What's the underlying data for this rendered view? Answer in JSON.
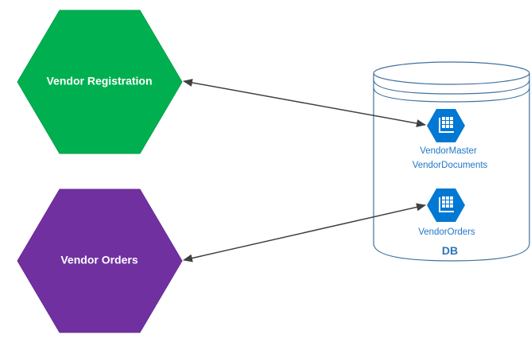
{
  "diagram": {
    "nodes": [
      {
        "id": "vendor-registration",
        "label": "Vendor Registration",
        "color": "#00b050"
      },
      {
        "id": "vendor-orders",
        "label": "Vendor Orders",
        "color": "#7030a0"
      }
    ],
    "database": {
      "label": "DB",
      "outline_color": "#41719c",
      "tables": [
        {
          "id": "table-group-1",
          "lines": [
            "VendorMaster",
            "VendorDocuments"
          ],
          "icon": "table-icon"
        },
        {
          "id": "table-group-2",
          "lines": [
            "VendorOrders"
          ],
          "icon": "table-icon"
        }
      ]
    },
    "edges": [
      {
        "from": "vendor-registration",
        "to": "table-group-1",
        "direction": "both"
      },
      {
        "from": "vendor-orders",
        "to": "table-group-2",
        "direction": "both"
      }
    ],
    "colors": {
      "icon_fill": "#0078d4",
      "arrow": "#404040",
      "text_blue": "#1f78c8"
    }
  }
}
